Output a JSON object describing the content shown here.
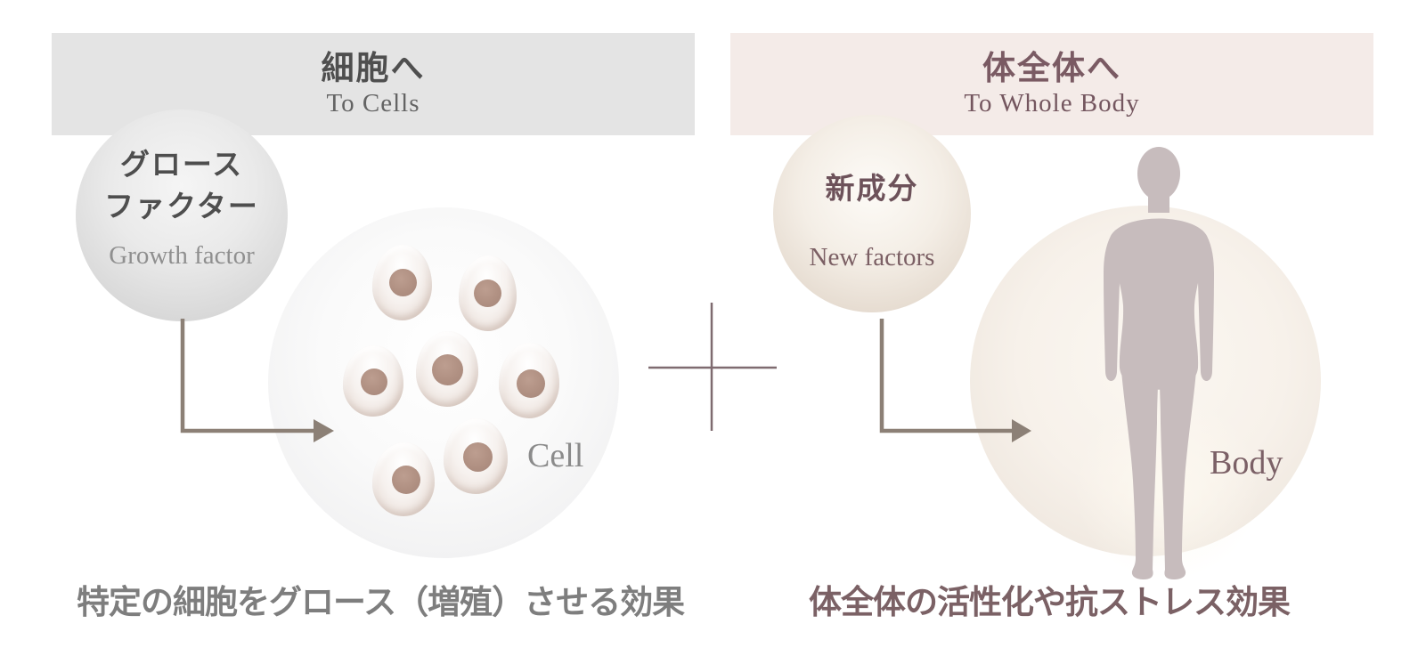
{
  "left": {
    "header": {
      "title": "細胞へ",
      "subtitle": "To Cells"
    },
    "factor": {
      "jp_line1": "グロース",
      "jp_line2": "ファクター",
      "en": "Growth factor"
    },
    "target_label": "Cell",
    "cell_count": 7,
    "caption": "特定の細胞をグロース（増殖）させる効果"
  },
  "right": {
    "header": {
      "title": "体全体へ",
      "subtitle": "To Whole Body"
    },
    "factor": {
      "jp_line1": "新成分",
      "en": "New factors"
    },
    "target_label": "Body",
    "caption": "体全体の活性化や抗ストレス効果"
  },
  "operator": {
    "icon": "plus-icon"
  },
  "colors": {
    "left_header_bg": "#e4e4e4",
    "right_header_bg": "#f4ebe8",
    "left_heading_text": "#4f4f4f",
    "right_heading_text": "#7a5a63",
    "arrow": "#8c8076",
    "plus_sign": "#7f6b70",
    "cell_nucleus": "#b09082",
    "body_silhouette": "#c7bcbd",
    "left_caption_text": "#7e7e7e",
    "right_caption_text": "#7b6165"
  }
}
